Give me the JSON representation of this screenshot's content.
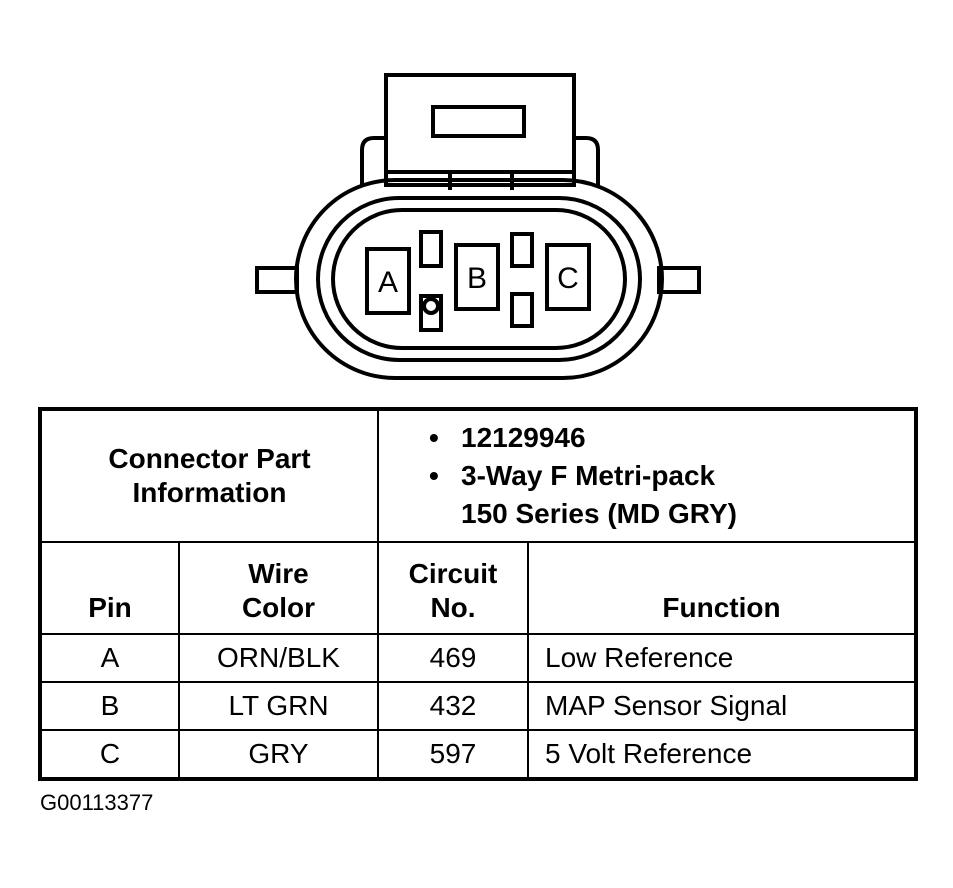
{
  "connector": {
    "pins": [
      "A",
      "B",
      "C"
    ]
  },
  "info": {
    "header_label": "Connector Part Information",
    "part_items": [
      "12129946",
      "3-Way F Metri-pack\n150 Series (MD GRY)"
    ]
  },
  "table": {
    "columns": [
      "Pin",
      "Wire Color",
      "Circuit No.",
      "Function"
    ],
    "column_lines": [
      [
        "Pin"
      ],
      [
        "Wire",
        "Color"
      ],
      [
        "Circuit",
        "No."
      ],
      [
        "Function"
      ]
    ],
    "rows": [
      {
        "pin": "A",
        "wire_color": "ORN/BLK",
        "circuit": "469",
        "function": "Low Reference"
      },
      {
        "pin": "B",
        "wire_color": "LT GRN",
        "circuit": "432",
        "function": "MAP Sensor Signal"
      },
      {
        "pin": "C",
        "wire_color": "GRY",
        "circuit": "597",
        "function": "5 Volt Reference"
      }
    ]
  },
  "figure_id": "G00113377"
}
